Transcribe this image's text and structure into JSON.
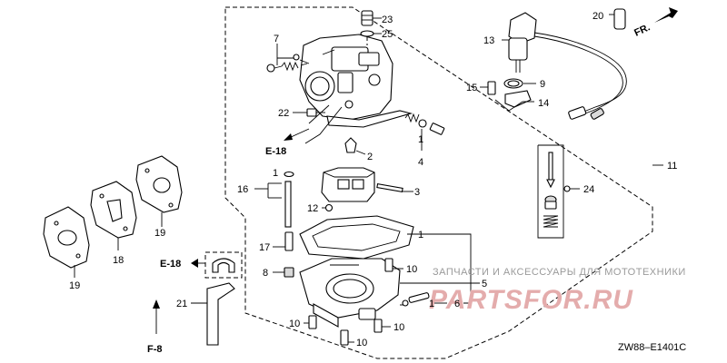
{
  "callouts": {
    "c1a": "1",
    "c1b": "1",
    "c1c": "1",
    "c1d": "1",
    "c2": "2",
    "c3": "3",
    "c4": "4",
    "c5": "5",
    "c6": "6",
    "c7": "7",
    "c8": "8",
    "c9": "9",
    "c10a": "10",
    "c10b": "10",
    "c10c": "10",
    "c10d": "10",
    "c11": "11",
    "c12": "12",
    "c13": "13",
    "c14": "14",
    "c15": "15",
    "c16": "16",
    "c17": "17",
    "c18": "18",
    "c19a": "19",
    "c19b": "19",
    "c20": "20",
    "c21": "21",
    "c22": "22",
    "c23": "23",
    "c24": "24",
    "c25": "25"
  },
  "refs": {
    "e18_top": "E-18",
    "e18_mid": "E-18",
    "f8": "F-8"
  },
  "direction": "FR.",
  "diagram_code": "ZW88–E1401C",
  "watermark": {
    "tagline": "ЗАПЧАСТИ И АКСЕССУАРЫ ДЛЯ МОТОТЕХНИКИ",
    "brand": "PARTSFOR.RU"
  },
  "colors": {
    "line": "#000000",
    "watermark_brand": "#e4acac",
    "watermark_tagline": "#9a9a9a",
    "shade": "#d9d9d9"
  }
}
